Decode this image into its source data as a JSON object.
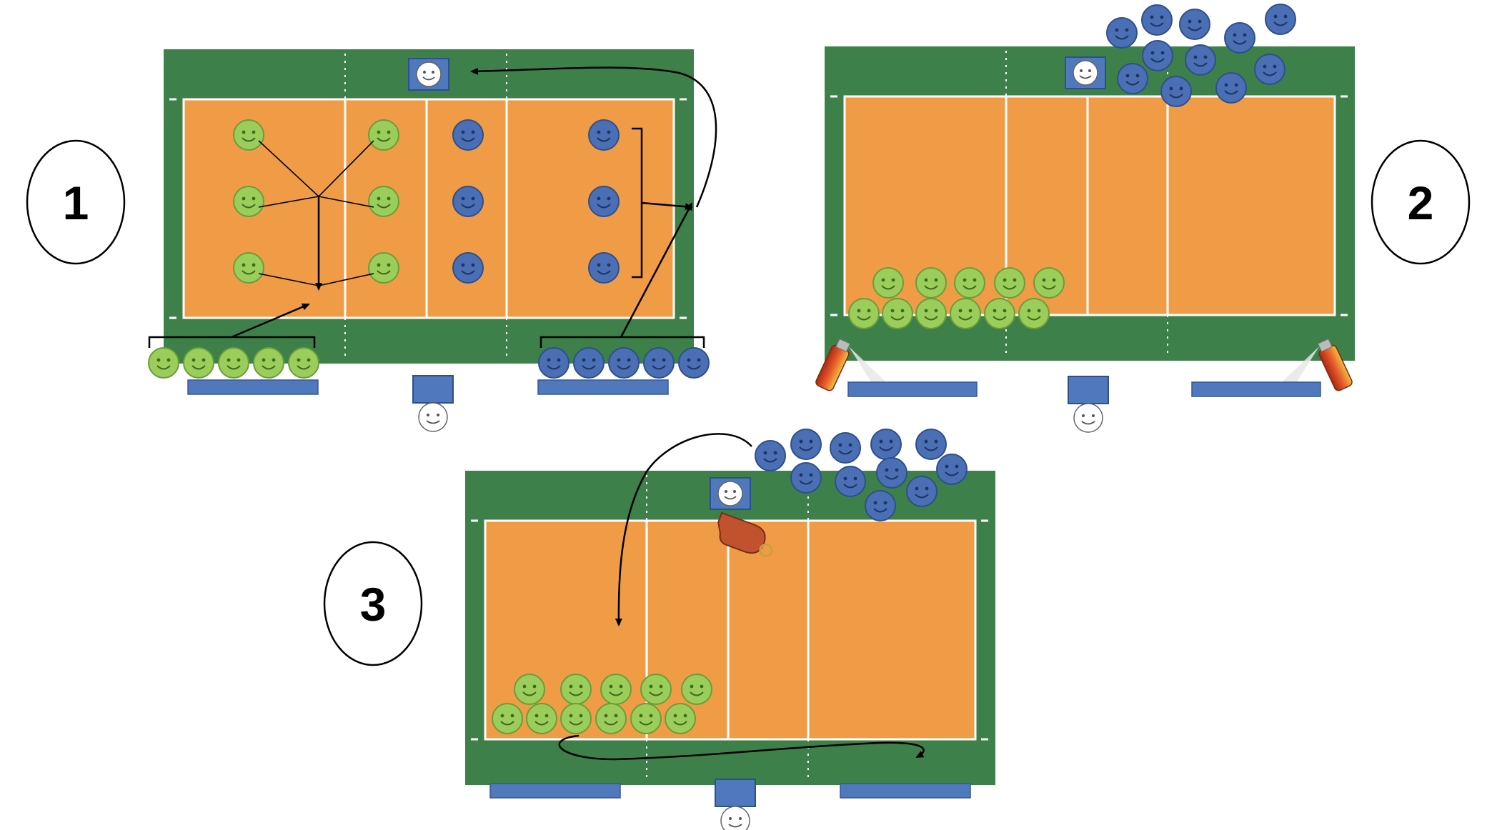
{
  "diagram": {
    "panels": [
      {
        "id": "panel-1",
        "step_label": "1"
      },
      {
        "id": "panel-2",
        "step_label": "2"
      },
      {
        "id": "panel-3",
        "step_label": "3"
      }
    ],
    "colors": {
      "court_outer": "#3d8049",
      "court_inner": "#f09c46",
      "court_lines": "#ffffff",
      "team_green": "#9acd59",
      "team_green_stroke": "#6a9d3a",
      "team_blue": "#4a6fb5",
      "team_blue_stroke": "#2f4f8a",
      "bench": "#4f78bd",
      "referee_box": "#4f78bd",
      "arrow": "#000000",
      "whistle": "#c0532e",
      "spray_can": "#d6431f"
    },
    "icons": [
      "smiley-player-icon",
      "referee-icon",
      "bench-icon",
      "whistle-icon",
      "spray-can-icon",
      "arrow-icon"
    ]
  }
}
